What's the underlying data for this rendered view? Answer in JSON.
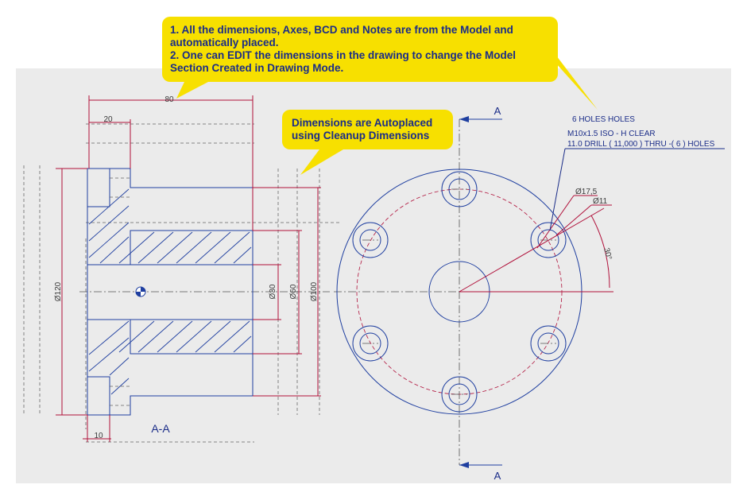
{
  "callouts": {
    "top_line1": "1. All the dimensions, Axes, BCD and Notes are from the Model and",
    "top_line2": "automatically placed.",
    "top_line3": "2. One can EDIT the dimensions in the drawing to change the Model",
    "top_line4": "Section Created in Drawing Mode.",
    "mid_line1": "Dimensions are Autoplaced",
    "mid_line2": "using Cleanup Dimensions"
  },
  "section_view": {
    "dim_80": "80",
    "dim_20": "20",
    "dim_10": "10",
    "dim_dia120": "Ø120",
    "dim_dia30": "Ø30",
    "dim_dia60": "Ø60",
    "dim_dia100": "Ø100",
    "label": "A-A"
  },
  "front_view": {
    "section_arrow_top": "A",
    "section_arrow_bottom": "A",
    "note_line1": "6 HOLES HOLES",
    "note_line2": "M10x1.5 ISO - H CLEAR",
    "note_line3": "11.0 DRILL ( 11,000 ) THRU  -( 6 ) HOLES",
    "dim_dia17_5": "Ø17,5",
    "dim_dia11": "Ø11",
    "dim_angle": "30°"
  },
  "colors": {
    "callout_bg": "#f7e000",
    "callout_text": "#1a2c88",
    "geometry": "#1f3fa0",
    "dimension": "#b0103a",
    "sheet_bg": "#ebebeb"
  }
}
